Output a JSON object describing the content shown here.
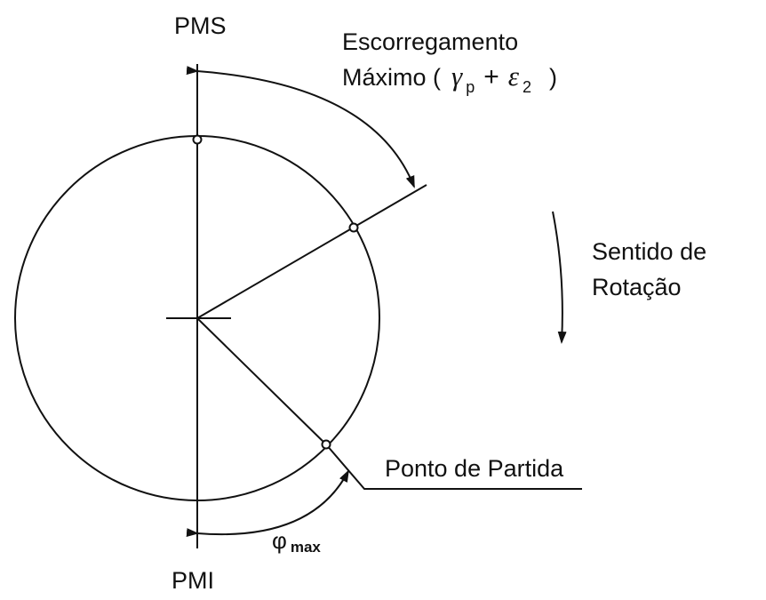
{
  "labels": {
    "top_dead_center": "PMS",
    "bottom_dead_center": "PMI",
    "max_slip_line1": "Escorregamento",
    "max_slip_line2_prefix": "Máximo (",
    "max_slip_gamma": "γ",
    "max_slip_gamma_sub": "p",
    "max_slip_plus": "+",
    "max_slip_epsilon": "ε",
    "max_slip_epsilon_sub": "2",
    "max_slip_close": ")",
    "rotation_line1": "Sentido de",
    "rotation_line2": "Rotação",
    "start_point": "Ponto de Partida",
    "phi_max_symbol": "φ",
    "phi_max_sub": "max"
  },
  "colors": {
    "stroke": "#111111",
    "background": "#ffffff"
  }
}
